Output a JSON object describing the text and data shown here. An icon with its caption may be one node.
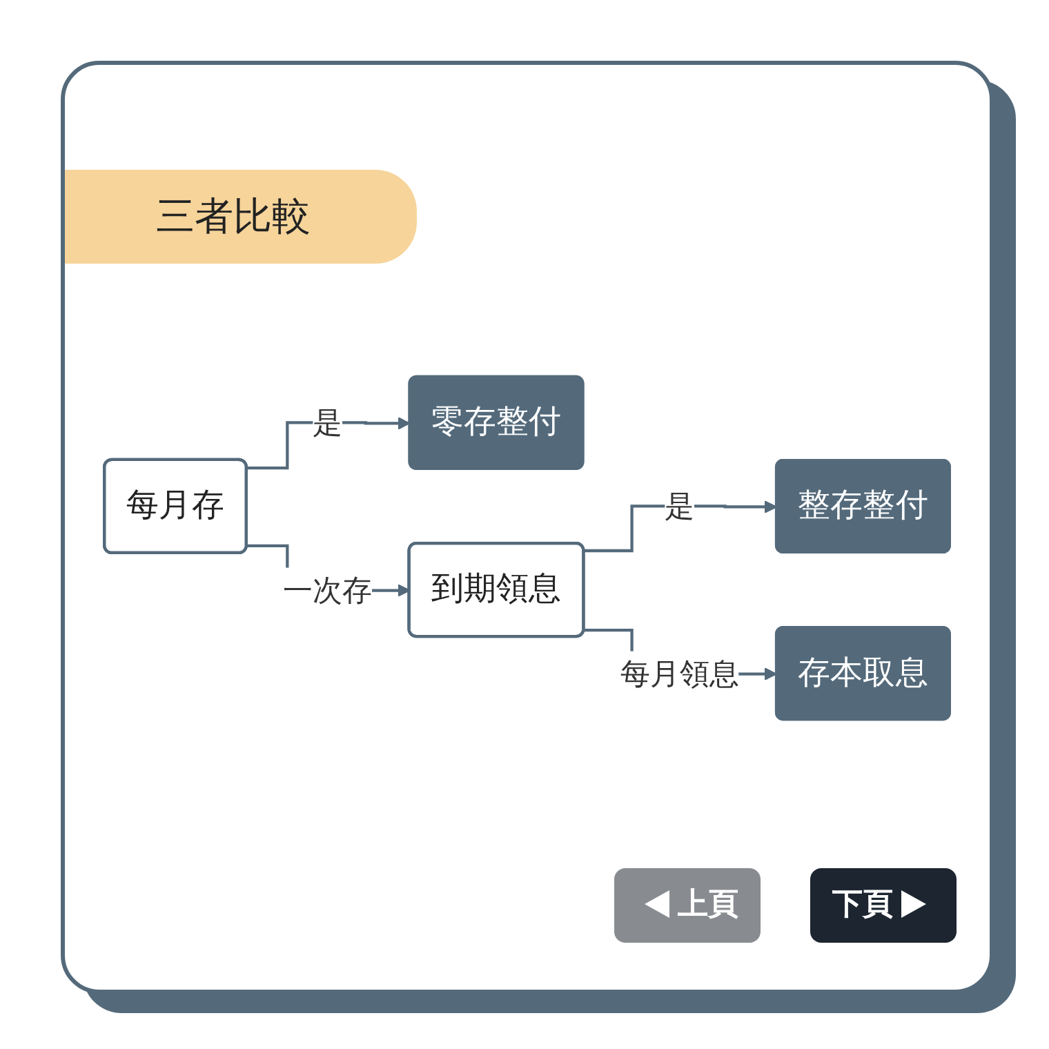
{
  "diagram": {
    "title": "三者比較",
    "nodes": [
      {
        "text": [
          "每月存"
        ]
      },
      {
        "text": [
          "零存整付"
        ]
      },
      {
        "text": [
          "到期領息"
        ]
      },
      {
        "text": [
          "整存整付"
        ]
      },
      {
        "text": [
          "存本取息"
        ]
      }
    ],
    "edges": [
      {
        "from": 0,
        "to": 1,
        "arrow": "to",
        "label": "是"
      },
      {
        "from": 0,
        "to": 2,
        "arrow": "to",
        "label": "一次存"
      },
      {
        "from": 2,
        "to": 3,
        "arrow": "to",
        "label": "是"
      },
      {
        "from": 2,
        "to": 4,
        "arrow": "to",
        "label": "每月領息"
      }
    ],
    "labels": [
      "上頁",
      "下頁"
    ]
  }
}
